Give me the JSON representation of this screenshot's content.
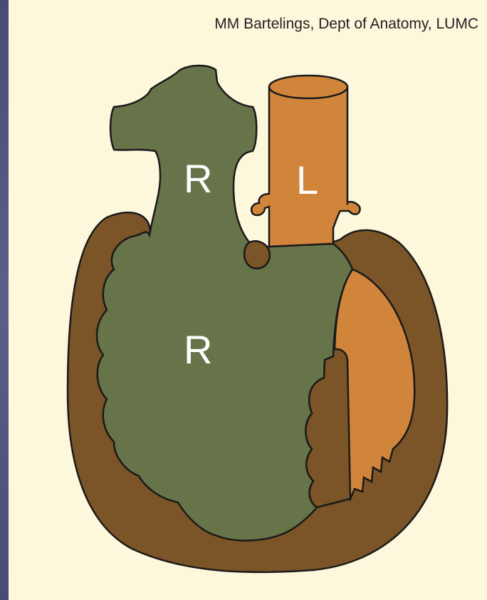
{
  "credit": "MM Bartelings, Dept of Anatomy, LUMC",
  "labels": {
    "great_artery_right": "R",
    "great_artery_left": "L",
    "ventricle_right": "R"
  },
  "colors": {
    "right_side": "#67744a",
    "left_side": "#d0853a",
    "myocardium": "#7b5427",
    "background": "#fdf7db",
    "frame": "#56557f",
    "outline": "#1a1a1a"
  }
}
